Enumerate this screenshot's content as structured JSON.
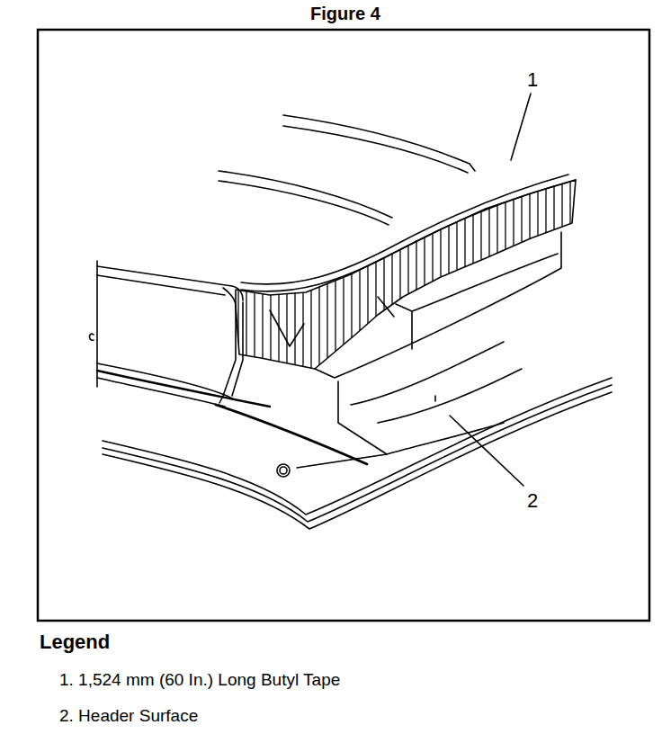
{
  "diagram": {
    "title": "Figure 4",
    "labels": [
      "1",
      "2",
      "Legend"
    ],
    "legend": [
      {
        "text": "1. 1,524 mm (60 In.) Long Butyl Tape"
      },
      {
        "text": "2. Header Surface"
      }
    ]
  }
}
